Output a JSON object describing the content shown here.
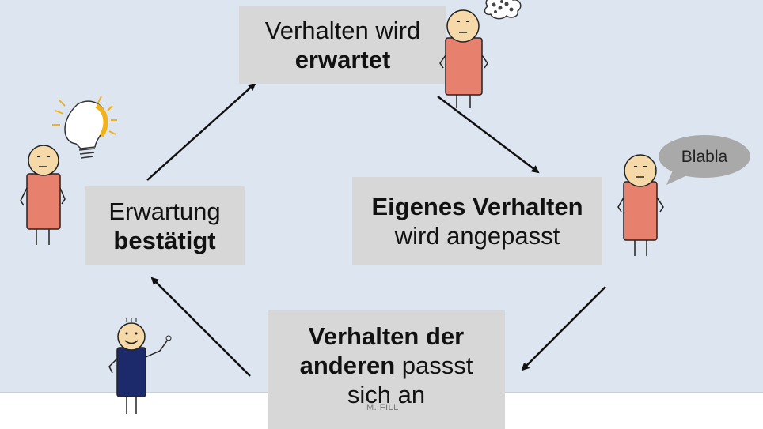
{
  "nodes": {
    "top": {
      "line1": "Verhalten wird",
      "line2_bold": "erwartet"
    },
    "right": {
      "line1_bold": "Eigenes Verhalten",
      "line2": "wird angepasst"
    },
    "bottom": {
      "line1_bold": "Verhalten der",
      "line2_bold": "anderen",
      "line2_rest": " passst",
      "line3": "sich an"
    },
    "left": {
      "line1": "Erwartung",
      "line2_bold": "bestätigt"
    }
  },
  "speech_bubble": {
    "text": "Blabla"
  },
  "footer": {
    "text": "M. FILL"
  },
  "colors": {
    "background": "#dce5f0",
    "box": "#d7d7d7",
    "figure_body": "#e8806e",
    "figure_head": "#f5d9a8",
    "blue_figure": "#1c2a6b",
    "bulb": "#f2b21c"
  },
  "icons": [
    "thought-cloud-icon",
    "lightbulb-icon",
    "speech-bubble-icon"
  ]
}
